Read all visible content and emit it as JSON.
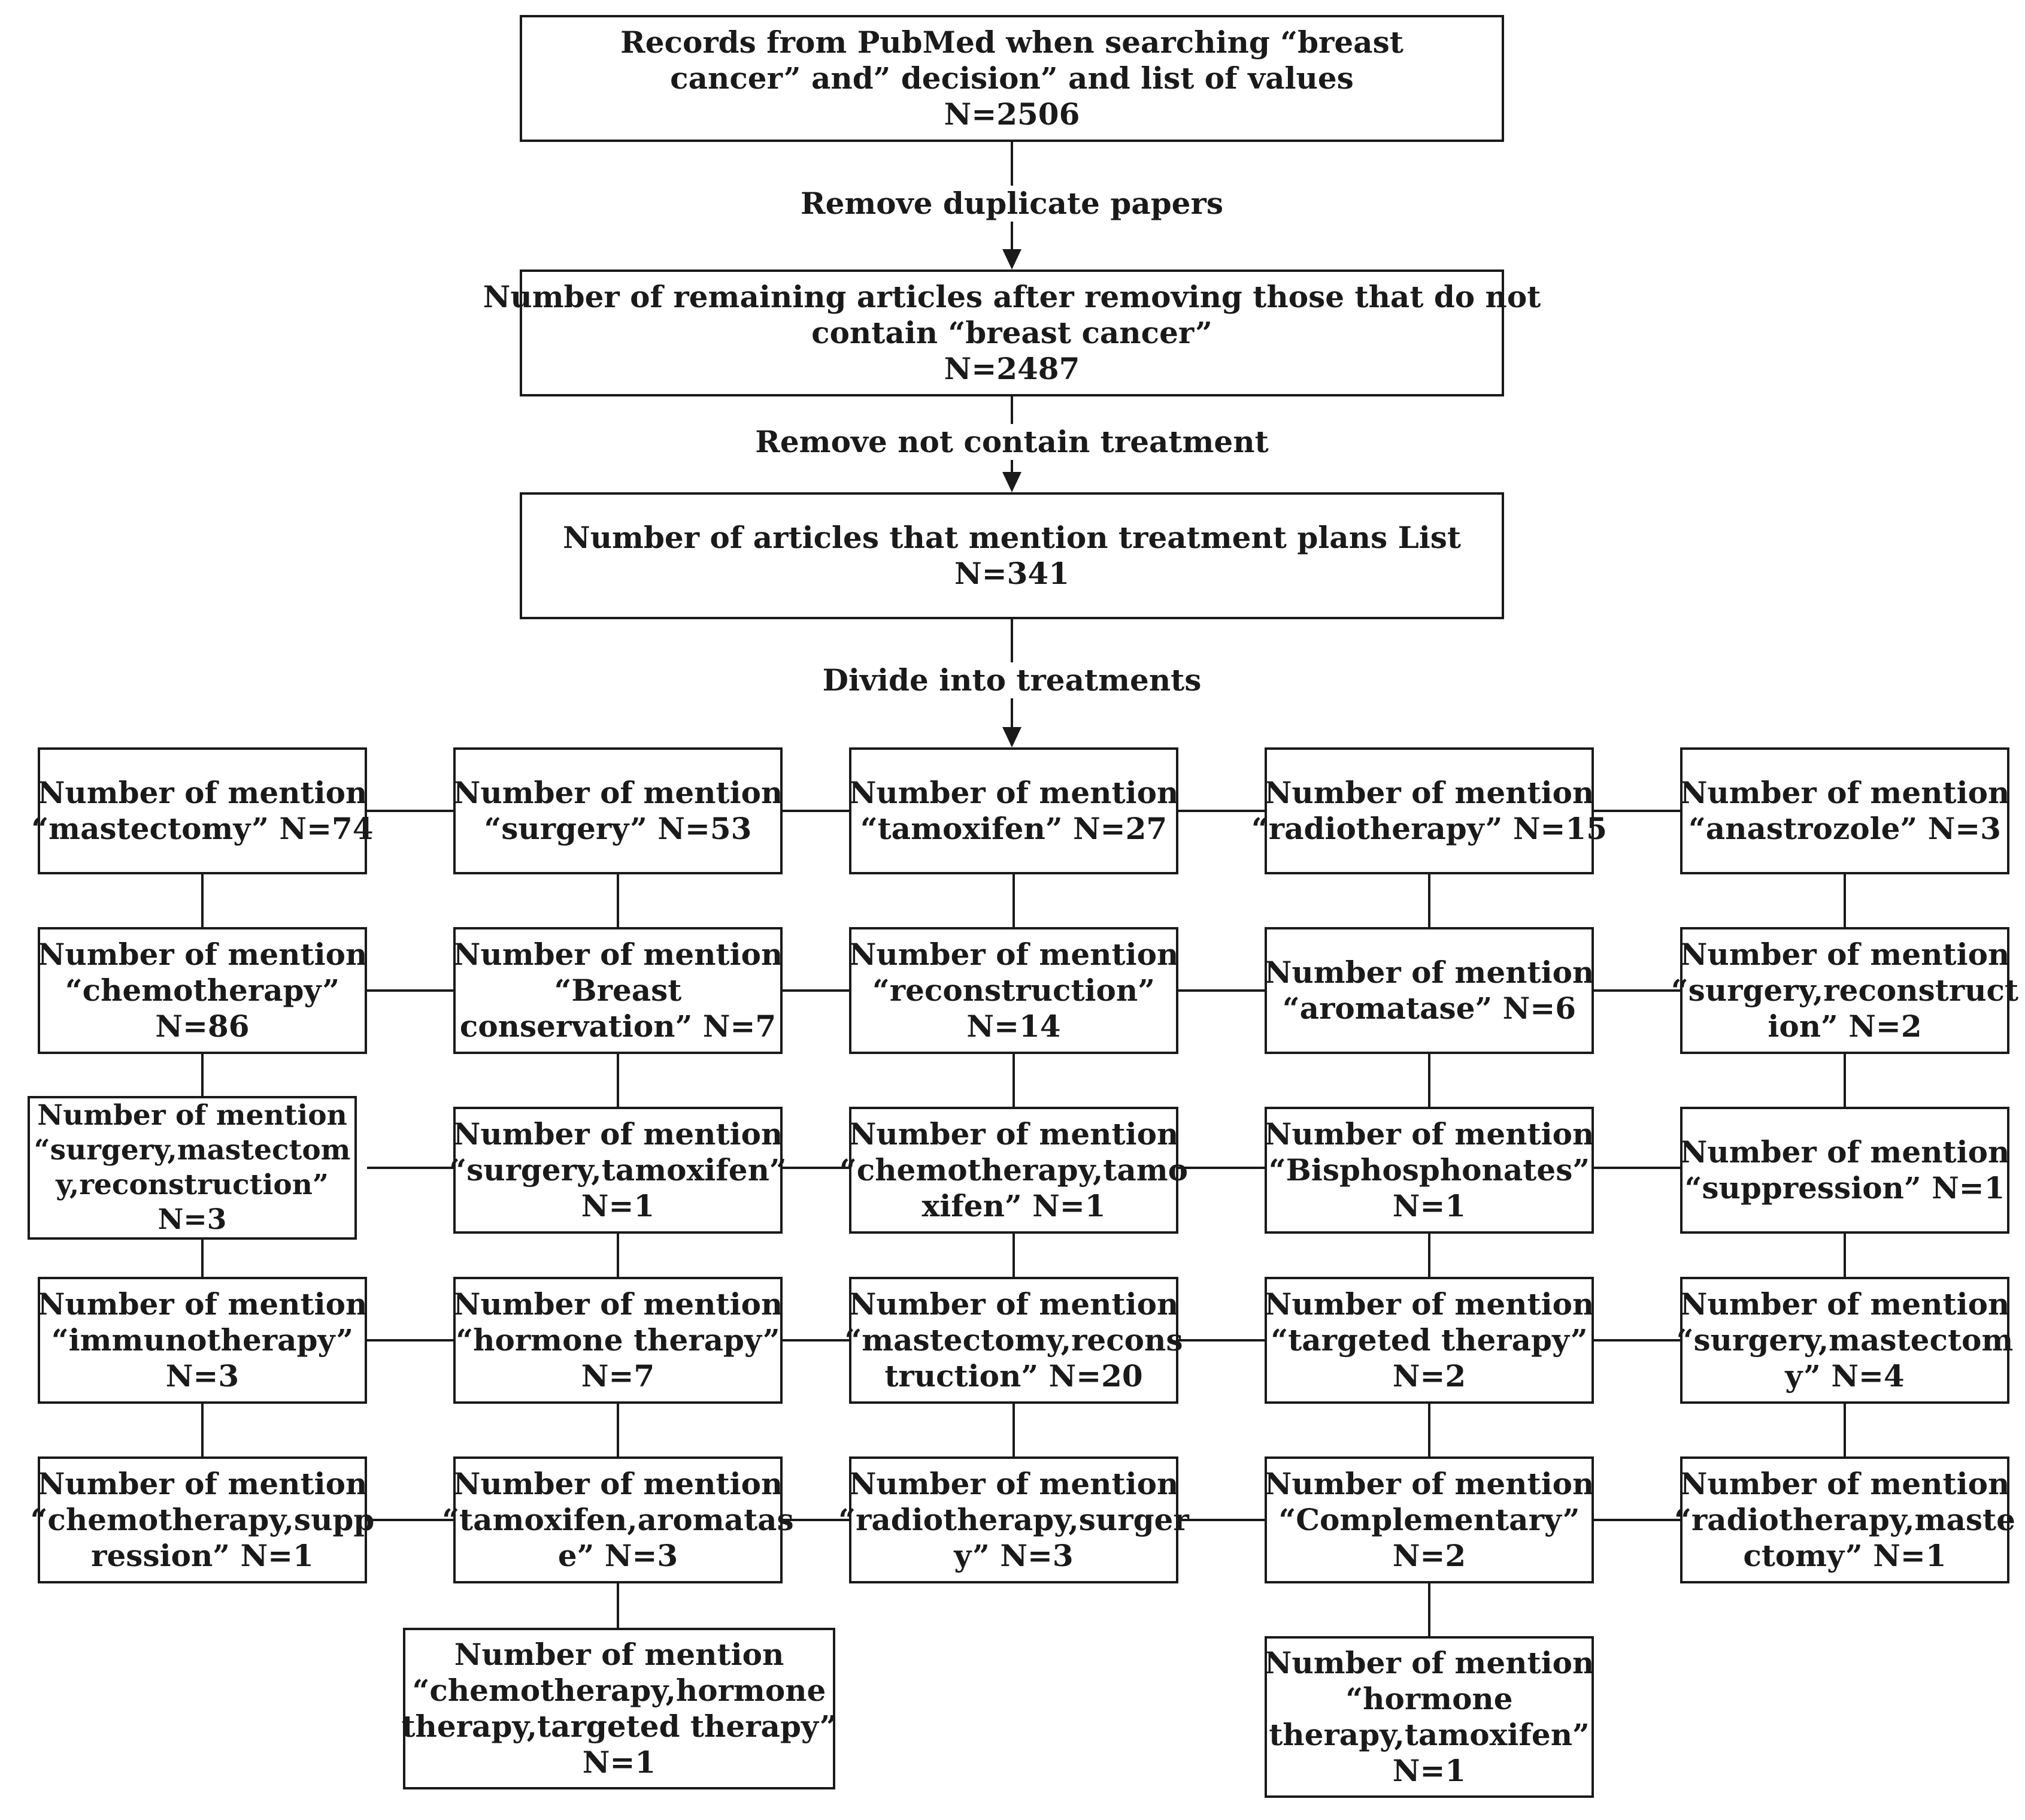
{
  "diagram": {
    "top_boxes": {
      "pubmed": {
        "lines": [
          "Records from PubMed when searching “breast",
          "cancer” and” decision” and list of values",
          "N=2506"
        ]
      },
      "remaining": {
        "lines": [
          "Number of remaining articles after removing those that do not",
          "contain “breast cancer”",
          "N=2487"
        ]
      },
      "treatment_plans": {
        "lines": [
          "Number of articles that mention treatment plans List",
          "N=341"
        ]
      }
    },
    "step_labels": {
      "remove_duplicates": "Remove duplicate papers",
      "remove_no_treatment": "Remove not contain treatment",
      "divide": "Divide into treatments"
    },
    "columns": [
      [
        {
          "lines": [
            "Number of mention",
            "“mastectomy” N=74"
          ]
        },
        {
          "lines": [
            "Number of mention",
            "“chemotherapy”",
            "N=86"
          ]
        },
        {
          "lines": [
            "Number of mention",
            "“surgery,mastectom",
            "y,reconstruction”",
            "N=3"
          ]
        },
        {
          "lines": [
            "Number of mention",
            "“immunotherapy”",
            "N=3"
          ]
        },
        {
          "lines": [
            "Number of mention",
            "“chemotherapy,supp",
            "ression” N=1"
          ]
        }
      ],
      [
        {
          "lines": [
            "Number of mention",
            "“surgery” N=53"
          ]
        },
        {
          "lines": [
            "Number of mention",
            "“Breast",
            "conservation” N=7"
          ]
        },
        {
          "lines": [
            "Number of mention",
            "“surgery,tamoxifen”",
            "N=1"
          ]
        },
        {
          "lines": [
            "Number of mention",
            "“hormone therapy”",
            "N=7"
          ]
        },
        {
          "lines": [
            "Number of mention",
            "“tamoxifen,aromatas",
            "e” N=3"
          ]
        },
        {
          "lines": [
            "Number of mention",
            "“chemotherapy,hormone",
            "therapy,targeted therapy”",
            "N=1"
          ]
        }
      ],
      [
        {
          "lines": [
            "Number of mention",
            "“tamoxifen” N=27"
          ]
        },
        {
          "lines": [
            "Number of mention",
            "“reconstruction”",
            "N=14"
          ]
        },
        {
          "lines": [
            "Number of mention",
            "“chemotherapy,tamo",
            "xifen” N=1"
          ]
        },
        {
          "lines": [
            "Number of mention",
            "“mastectomy,recons",
            "truction” N=20"
          ]
        },
        {
          "lines": [
            "Number of mention",
            "“radiotherapy,surger",
            "y” N=3"
          ]
        }
      ],
      [
        {
          "lines": [
            "Number of mention",
            "“radiotherapy” N=15"
          ]
        },
        {
          "lines": [
            "Number of mention",
            "“aromatase” N=6"
          ]
        },
        {
          "lines": [
            "Number of mention",
            "“Bisphosphonates”",
            "N=1"
          ]
        },
        {
          "lines": [
            "Number of mention",
            "“targeted therapy”",
            "N=2"
          ]
        },
        {
          "lines": [
            "Number of mention",
            "“Complementary”",
            "N=2"
          ]
        },
        {
          "lines": [
            "Number of mention",
            "“hormone",
            "therapy,tamoxifen”",
            "N=1"
          ]
        }
      ],
      [
        {
          "lines": [
            "Number of mention",
            "“anastrozole” N=3"
          ]
        },
        {
          "lines": [
            "Number of mention",
            "“surgery,reconstruct",
            "ion” N=2"
          ]
        },
        {
          "lines": [
            "Number of mention",
            "“suppression” N=1"
          ]
        },
        {
          "lines": [
            "Number of mention",
            "“surgery,mastectom",
            "y” N=4"
          ]
        },
        {
          "lines": [
            "Number of mention",
            "“radiotherapy,maste",
            "ctomy” N=1"
          ]
        }
      ]
    ]
  }
}
